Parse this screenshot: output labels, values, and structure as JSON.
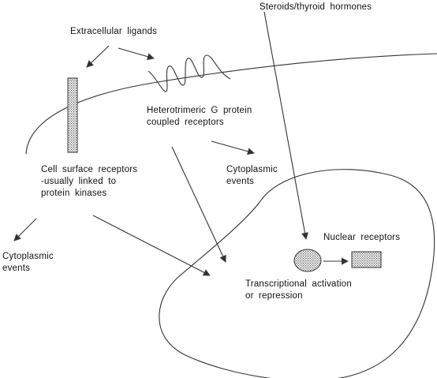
{
  "labels": {
    "steroids": "Steroids/thyroid  hormones",
    "extracellular": "Extracellular  ligands",
    "gprotein": [
      "Heterotrimeric G protein",
      "coupled  receptors"
    ],
    "cytoplasmic_middle": [
      "Cytoplasmic",
      "events"
    ],
    "cell_surface": [
      "Cell surface  receptors",
      "-usually  linked  to",
      "protein  kinases"
    ],
    "cytoplasmic_left": [
      "Cytoplasmic",
      "events"
    ],
    "nuclear": "Nuclear  receptors",
    "transcription": [
      "Transcriptional   activation",
      "or repression"
    ]
  },
  "colors": {
    "stroke": "#333333",
    "text": "#111111",
    "fill_pattern": "#555555",
    "background": "#ffffff"
  },
  "icons": {
    "receptor_bar": "stippled-vertical-rectangle",
    "nuclear_receptor": "stippled-circle",
    "activated_complex": "stippled-rectangle"
  }
}
